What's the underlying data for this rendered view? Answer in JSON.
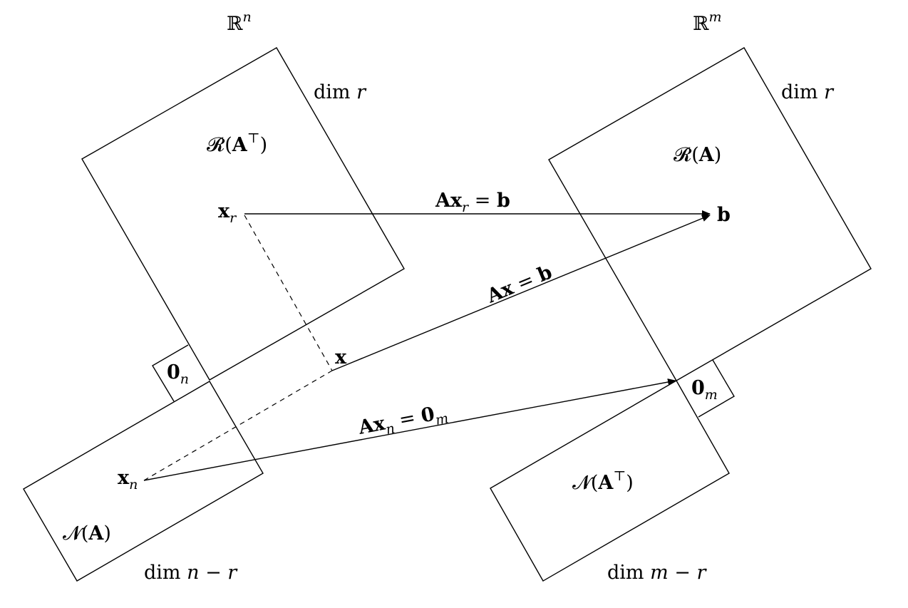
{
  "spaces": {
    "domain_title": "ℝ",
    "domain_title_sup": "n",
    "codomain_title": "ℝ",
    "codomain_title_sup": "m"
  },
  "row_space": {
    "name_script": "𝓡",
    "name_open": "(",
    "name_bold": "A",
    "name_sup": "⊤",
    "name_close": ")",
    "dim_prefix": "dim ",
    "dim_value": "r"
  },
  "column_space": {
    "name_script": "𝓡",
    "name_open": "(",
    "name_bold": "A",
    "name_close": ")",
    "dim_prefix": "dim ",
    "dim_value": "r"
  },
  "null_space": {
    "name_script": "𝓝",
    "name_open": "(",
    "name_bold": "A",
    "name_close": ")",
    "dim_prefix": "dim ",
    "dim_value": "n − r"
  },
  "left_null_space": {
    "name_script": "𝓝",
    "name_open": "(",
    "name_bold": "A",
    "name_sup": "⊤",
    "name_close": ")",
    "dim_prefix": "dim ",
    "dim_value": "m − r"
  },
  "points": {
    "xr_main": "x",
    "xr_sub": "r",
    "x_main": "x",
    "xn_main": "x",
    "xn_sub": "n",
    "b_main": "b",
    "zero_n_main": "0",
    "zero_n_sub": "n",
    "zero_m_main": "0",
    "zero_m_sub": "m"
  },
  "arrows": {
    "axr_bold1": "Ax",
    "axr_sub": "r",
    "axr_eq": " = ",
    "axr_bold2": "b",
    "ax_bold1": "Ax",
    "ax_eq": " = ",
    "ax_bold2": "b",
    "axn_bold1": "Ax",
    "axn_sub": "n",
    "axn_eq": " = ",
    "axn_bold2": "0",
    "axn_sub2": "m"
  }
}
